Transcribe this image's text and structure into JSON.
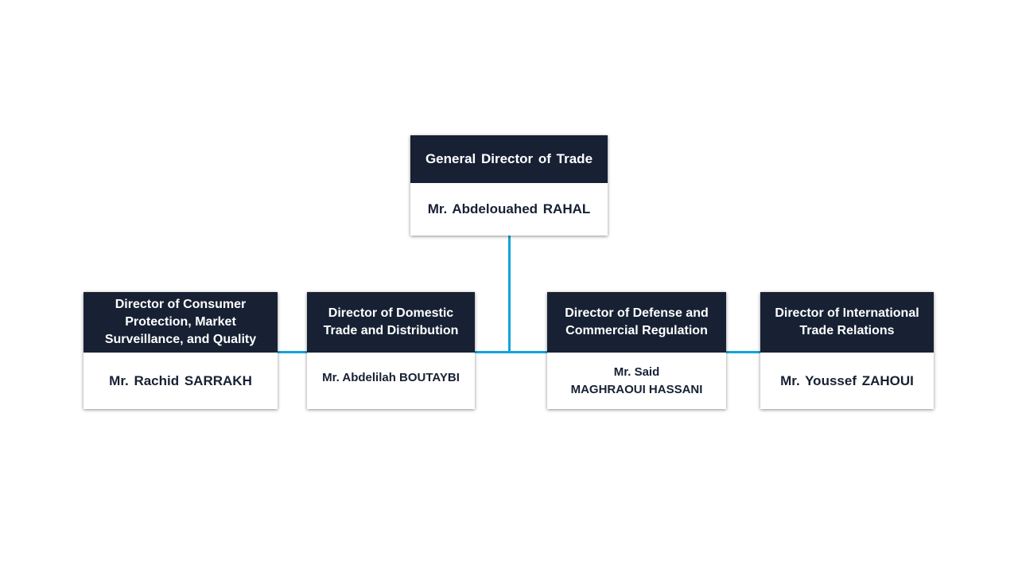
{
  "colors": {
    "header_bg": "#172133",
    "header_text": "#ffffff",
    "name_text": "#172133",
    "connector": "#14a3dc",
    "background": "#ffffff"
  },
  "org_chart": {
    "root": {
      "title": "General Director of Trade",
      "name": "Mr. Abdelouahed RAHAL"
    },
    "directors": [
      {
        "title": "Director of Consumer\nProtection, Market\nSurveillance, and Quality",
        "name": "Mr. Rachid SARRAKH"
      },
      {
        "title": "Director of Domestic\nTrade and Distribution",
        "name": "Mr. Abdelilah BOUTAYBI"
      },
      {
        "title": "Director of Defense and\nCommercial Regulation",
        "name": "Mr. Said\nMAGHRAOUI HASSANI"
      },
      {
        "title": "Director of International\nTrade Relations",
        "name": "Mr. Youssef ZAHOUI"
      }
    ]
  }
}
